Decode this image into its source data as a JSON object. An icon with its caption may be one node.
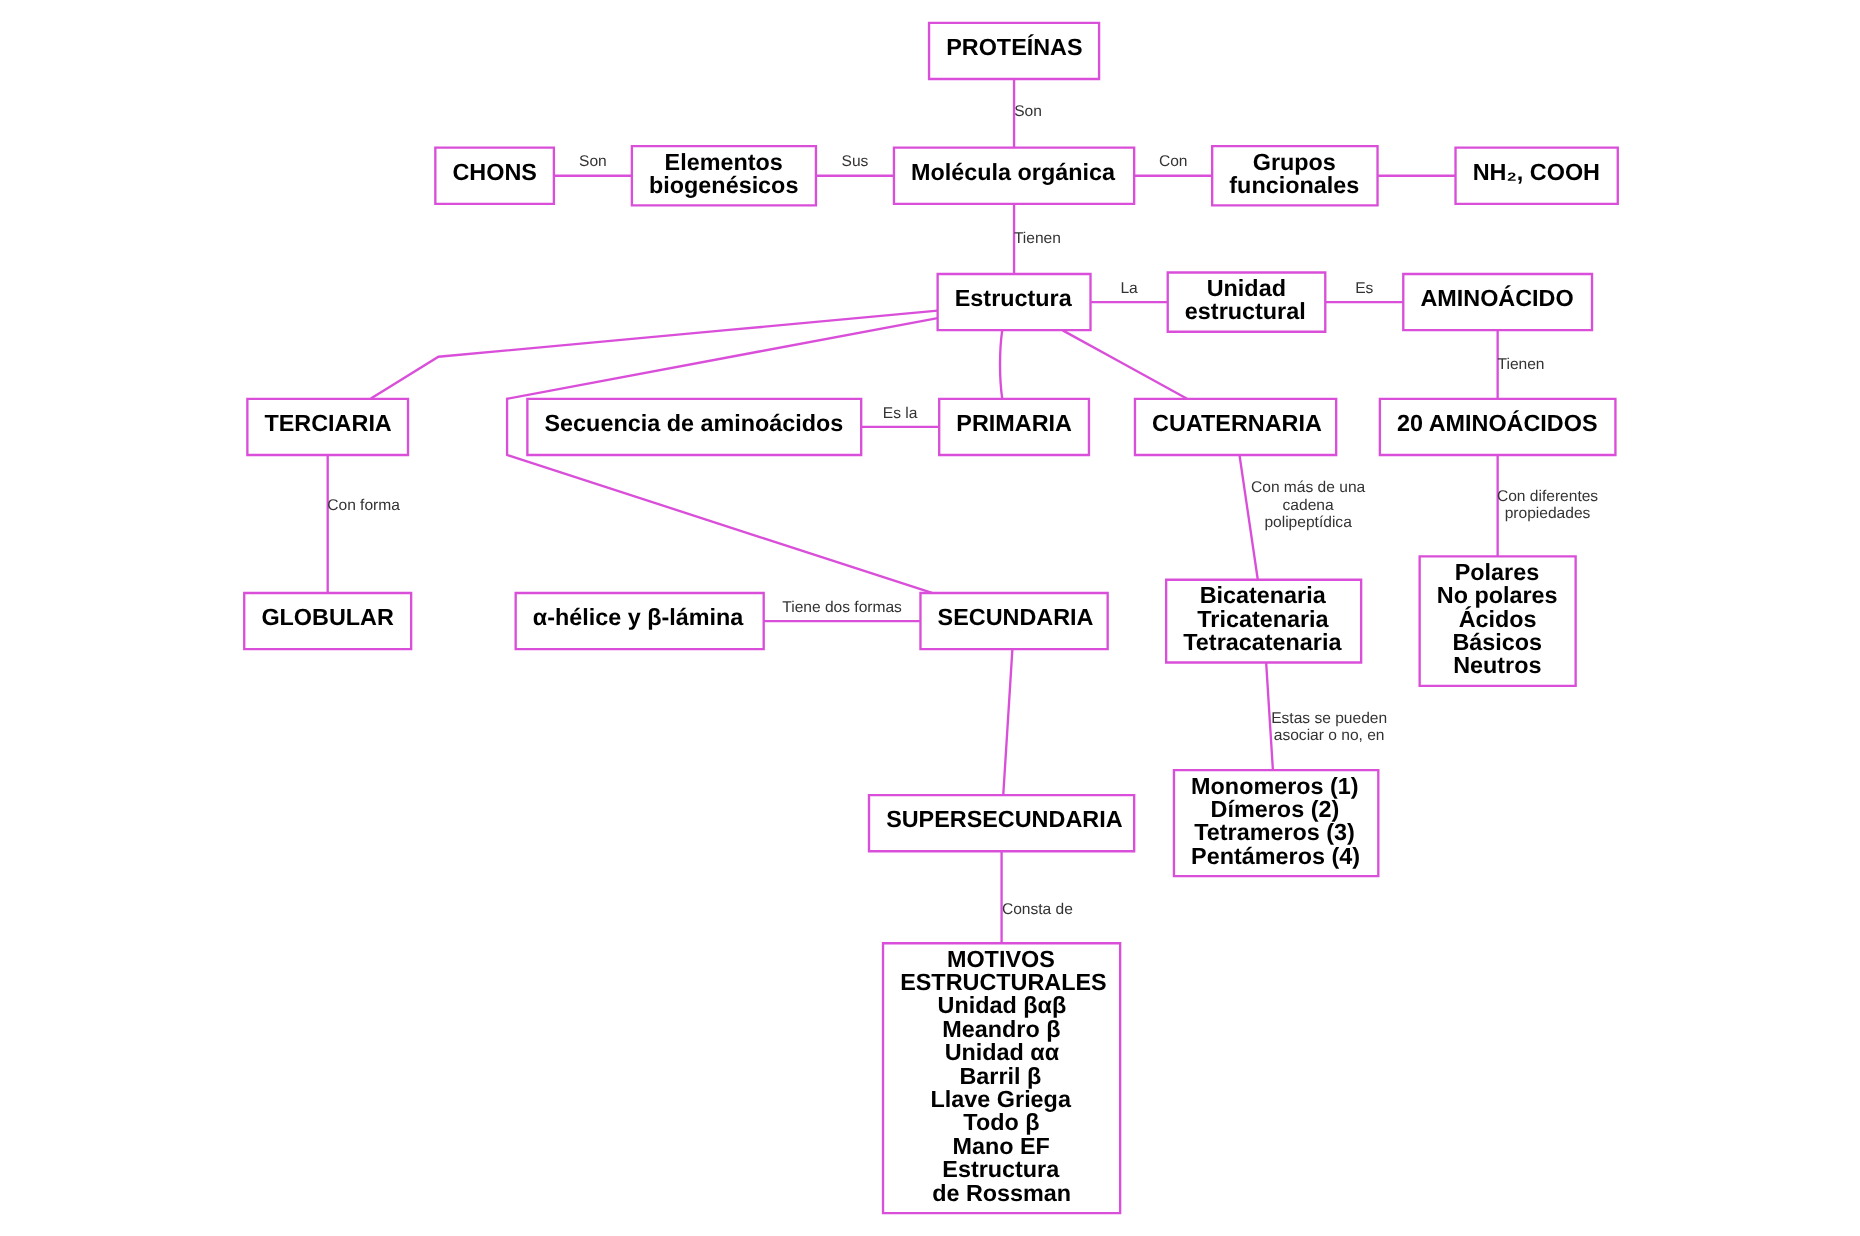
{
  "diagram": {
    "nodes": [
      {
        "text": [
          "PROTEÍNAS"
        ]
      },
      {
        "text": [
          "Molécula orgánica"
        ]
      },
      {
        "text": [
          "Elementos biogenésicos"
        ]
      },
      {
        "text": [
          "CHONS"
        ]
      },
      {
        "text": [
          "Grupos funcionales"
        ]
      },
      {
        "text": [
          "NH₂, COOH"
        ]
      },
      {
        "text": [
          "Estructura"
        ]
      },
      {
        "text": [
          "Unidad estructural"
        ]
      },
      {
        "text": [
          "AMINOÁCIDO"
        ]
      },
      {
        "text": [
          "20 AMINOÁCIDOS"
        ]
      },
      {
        "text": [
          "Polares",
          "No polares",
          "Ácidos",
          "Básicos",
          "Neutros"
        ]
      },
      {
        "text": [
          "Secuencia de aminoácidos"
        ]
      },
      {
        "text": [
          "PRIMARIA"
        ]
      },
      {
        "text": [
          "α-hélice y β-lámina"
        ]
      },
      {
        "text": [
          "SECUNDARIA"
        ]
      },
      {
        "text": [
          "SUPERSECUNDARIA"
        ]
      },
      {
        "text": [
          "TERCIARIA"
        ]
      },
      {
        "text": [
          "CUATERNARIA"
        ]
      },
      {
        "text": [
          "GLOBULAR"
        ]
      },
      {
        "text": [
          "Bicatenaria",
          "Tricatenaria",
          "Tetracatenaria"
        ]
      },
      {
        "text": [
          "MOTIVOS ESTRUCTURALES",
          "Unidad βαβ",
          "Meandro β",
          "Unidad αα",
          "Barril β",
          "Llave Griega",
          "Todo β",
          "Mano EF",
          "Estructura de Rossman"
        ]
      },
      {
        "text": [
          "Monomeros (1)",
          "Dímeros (2)",
          "Tetrameros (3)",
          "Pentámeros (4)"
        ]
      }
    ],
    "edges": [
      {
        "from": 0,
        "to": 1,
        "arrow": "none",
        "label": "Son"
      },
      {
        "from": 1,
        "to": 2,
        "arrow": "none",
        "label": "Sus"
      },
      {
        "from": 2,
        "to": 3,
        "arrow": "none",
        "label": "Son"
      },
      {
        "from": 1,
        "to": 4,
        "arrow": "none",
        "label": "Con"
      },
      {
        "from": 4,
        "to": 5,
        "arrow": "none"
      },
      {
        "from": 1,
        "to": 6,
        "arrow": "none",
        "label": "Tienen"
      },
      {
        "from": 6,
        "to": 7,
        "arrow": "none",
        "label": "La"
      },
      {
        "from": 7,
        "to": 8,
        "arrow": "none",
        "label": "Es"
      },
      {
        "from": 8,
        "to": 9,
        "arrow": "none",
        "label": "Tienen"
      },
      {
        "from": 9,
        "to": 10,
        "arrow": "none",
        "label": "Con diferentes propiedades"
      },
      {
        "from": 6,
        "to": 12,
        "arrow": "none"
      },
      {
        "from": 12,
        "to": 11,
        "arrow": "none",
        "label": "Es la"
      },
      {
        "from": 6,
        "to": 14,
        "arrow": "none"
      },
      {
        "from": 14,
        "to": 13,
        "arrow": "none",
        "label": "Tiene dos formas"
      },
      {
        "from": 14,
        "to": 15,
        "arrow": "none"
      },
      {
        "from": 6,
        "to": 16,
        "arrow": "none"
      },
      {
        "from": 6,
        "to": 17,
        "arrow": "none"
      },
      {
        "from": 15,
        "to": 20,
        "arrow": "none",
        "label": "Consta de"
      },
      {
        "from": 16,
        "to": 18,
        "arrow": "none",
        "label": "Con forma"
      },
      {
        "from": 17,
        "to": 19,
        "arrow": "none",
        "label": "Con más de una cadena polipeptídica"
      },
      {
        "from": 19,
        "to": 21,
        "arrow": "none",
        "label": "Estas se pueden asociar o no, en"
      }
    ]
  }
}
